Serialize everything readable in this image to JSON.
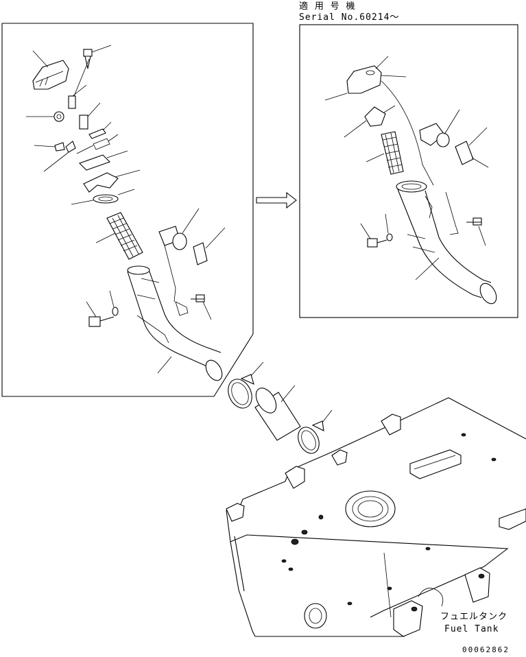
{
  "header": {
    "applicability_jp": "適 用 号 機",
    "serial_label": "Serial No.60214～"
  },
  "callouts": {
    "fuel_tank_jp": "フュエルタンク",
    "fuel_tank_en": "Fuel Tank"
  },
  "footer": {
    "drawing_number": "00062862"
  },
  "icons": {
    "transition_arrow": "right-arrow-icon"
  }
}
